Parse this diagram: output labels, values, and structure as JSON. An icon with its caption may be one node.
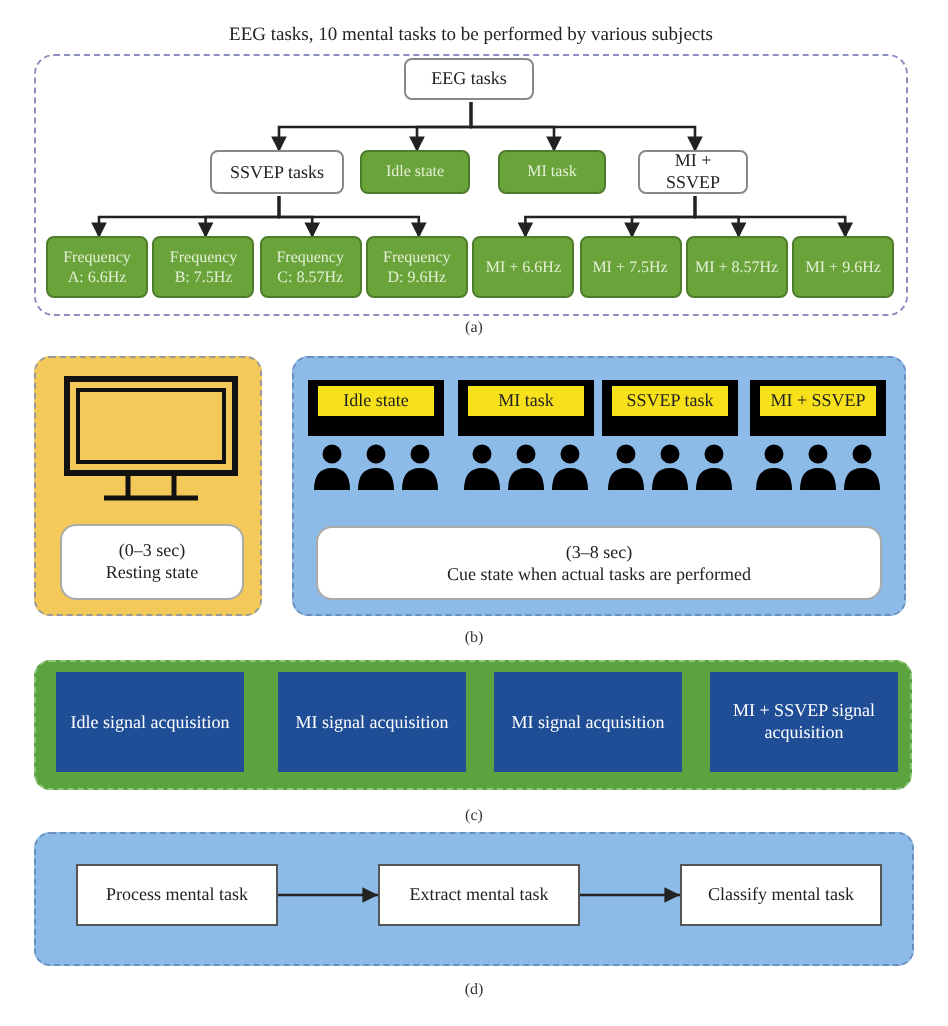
{
  "diagram": {
    "nodes": [
      {
        "text": [
          "EEG tasks, 10 mental tasks to be performed by various subjects"
        ]
      },
      {
        "text": [
          "EEG tasks"
        ],
        "in": 0
      },
      {
        "text": [
          "SSVEP tasks"
        ],
        "in": 0
      },
      {
        "text": [
          "Idle state"
        ],
        "in": 0
      },
      {
        "text": [
          "MI task"
        ],
        "in": 0
      },
      {
        "text": [
          "MI + SSVEP"
        ],
        "in": 0
      },
      {
        "text": [
          "Frequency A: 6.6Hz"
        ],
        "in": 0
      },
      {
        "text": [
          "Frequency B: 7.5Hz"
        ],
        "in": 0
      },
      {
        "text": [
          "Frequency C: 8.57Hz"
        ],
        "in": 0
      },
      {
        "text": [
          "Frequency D: 9.6Hz"
        ],
        "in": 0
      },
      {
        "text": [
          "MI + 6.6Hz"
        ],
        "in": 0
      },
      {
        "text": [
          "MI + 7.5Hz"
        ],
        "in": 0
      },
      {
        "text": [
          "MI + 8.57Hz"
        ],
        "in": 0
      },
      {
        "text": [
          "MI + 9.6Hz"
        ],
        "in": 0
      },
      {
        "text": [],
        "shape": "box"
      },
      {
        "text": [
          "(0–3 sec)",
          "Resting state"
        ],
        "in": 14
      },
      {
        "text": [],
        "shape": "box"
      },
      {
        "text": [
          "Idle state"
        ],
        "in": 16
      },
      {
        "text": [
          "MI task"
        ],
        "in": 16
      },
      {
        "text": [
          "SSVEP task"
        ],
        "in": 16
      },
      {
        "text": [
          "MI + SSVEP"
        ],
        "in": 16
      },
      {
        "text": [
          "(3–8 sec)",
          "Cue state when actual tasks are performed"
        ],
        "in": 16
      },
      {
        "text": [],
        "shape": "box"
      },
      {
        "text": [
          "Idle signal acquisition"
        ],
        "in": 22
      },
      {
        "text": [
          "MI signal acquisition"
        ],
        "in": 22
      },
      {
        "text": [
          "MI signal acquisition"
        ],
        "in": 22
      },
      {
        "text": [
          "MI + SSVEP signal acquisition"
        ],
        "in": 22
      },
      {
        "text": [],
        "shape": "box"
      },
      {
        "text": [
          "Process mental task"
        ],
        "in": 27
      },
      {
        "text": [
          "Extract mental task"
        ],
        "in": 27
      },
      {
        "text": [
          "Classify mental task"
        ],
        "in": 27
      }
    ],
    "edges": [
      {
        "from": 1,
        "to": 2,
        "arrow": "to"
      },
      {
        "from": 1,
        "to": 3,
        "arrow": "to"
      },
      {
        "from": 1,
        "to": 4,
        "arrow": "to"
      },
      {
        "from": 1,
        "to": 5,
        "arrow": "to"
      },
      {
        "from": 2,
        "to": 6,
        "arrow": "to"
      },
      {
        "from": 2,
        "to": 7,
        "arrow": "to"
      },
      {
        "from": 2,
        "to": 8,
        "arrow": "to"
      },
      {
        "from": 2,
        "to": 9,
        "arrow": "to"
      },
      {
        "from": 5,
        "to": 10,
        "arrow": "to"
      },
      {
        "from": 5,
        "to": 11,
        "arrow": "to"
      },
      {
        "from": 5,
        "to": 12,
        "arrow": "to"
      },
      {
        "from": 5,
        "to": 13,
        "arrow": "to"
      },
      {
        "from": 28,
        "to": 29,
        "arrow": "to"
      },
      {
        "from": 29,
        "to": 30,
        "arrow": "to"
      }
    ],
    "labels": [
      "(a)",
      "(b)",
      "(c)",
      "(d)"
    ]
  }
}
